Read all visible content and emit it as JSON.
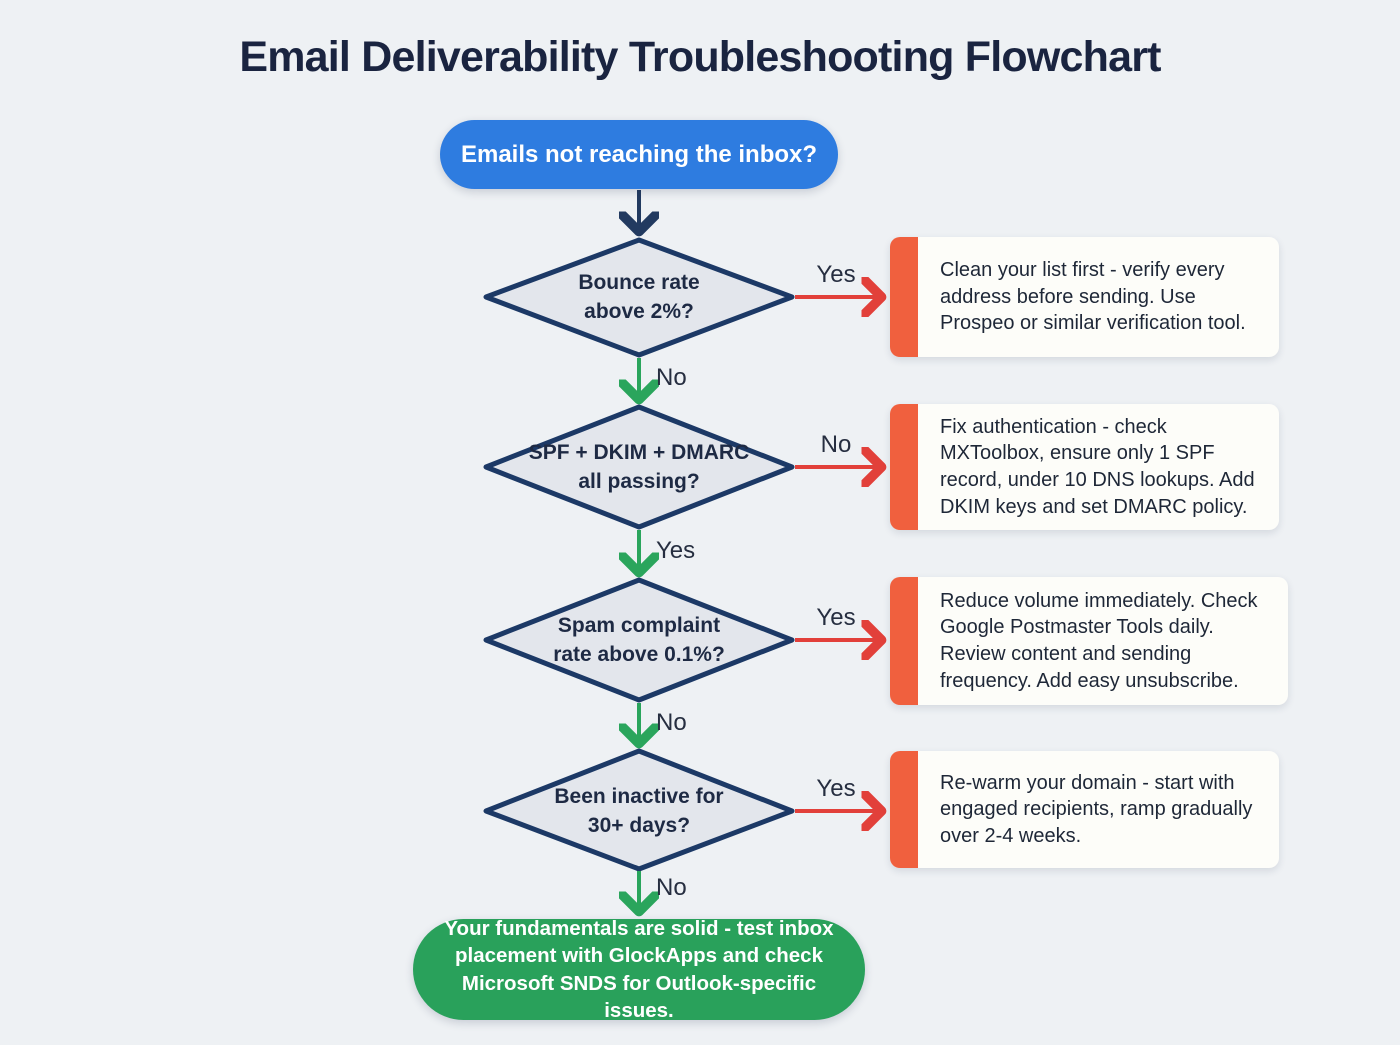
{
  "page": {
    "title": "Email Deliverability Troubleshooting Flowchart"
  },
  "colors": {
    "background": "#eef1f4",
    "title_text": "#1a2440",
    "start_node": "#2e7ce0",
    "end_node": "#29a15b",
    "diamond_fill": "#e3e6ec",
    "diamond_border": "#1c3966",
    "yes_no_arrow_green": "#2aa55c",
    "yes_no_arrow_red": "#e2403a",
    "start_arrow_navy": "#223a60",
    "card_accent_orange": "#f0603e",
    "card_background": "#fdfdf9"
  },
  "flow": {
    "start": {
      "label": "Emails not reaching the inbox?"
    },
    "decisions": [
      {
        "question": "Bounce rate\nabove 2%?",
        "right_label": "Yes",
        "down_label": "No",
        "action": "Clean your list first - verify every address before sending. Use Prospeo or similar verification tool."
      },
      {
        "question": "SPF + DKIM + DMARC\nall passing?",
        "right_label": "No",
        "down_label": "Yes",
        "action": "Fix authentication - check MXToolbox, ensure only 1 SPF record, under 10 DNS lookups. Add DKIM keys and set DMARC policy."
      },
      {
        "question": "Spam complaint\nrate above 0.1%?",
        "right_label": "Yes",
        "down_label": "No",
        "action": "Reduce volume immediately. Check Google Postmaster Tools daily.\nReview content and sending frequency. Add easy unsubscribe."
      },
      {
        "question": "Been inactive for\n30+ days?",
        "right_label": "Yes",
        "down_label": "No",
        "action": "Re-warm your domain - start with engaged recipients, ramp gradually over 2-4 weeks."
      }
    ],
    "end": {
      "label": "Your fundamentals are solid - test inbox placement with GlockApps and check Microsoft SNDS for Outlook-specific issues."
    }
  }
}
